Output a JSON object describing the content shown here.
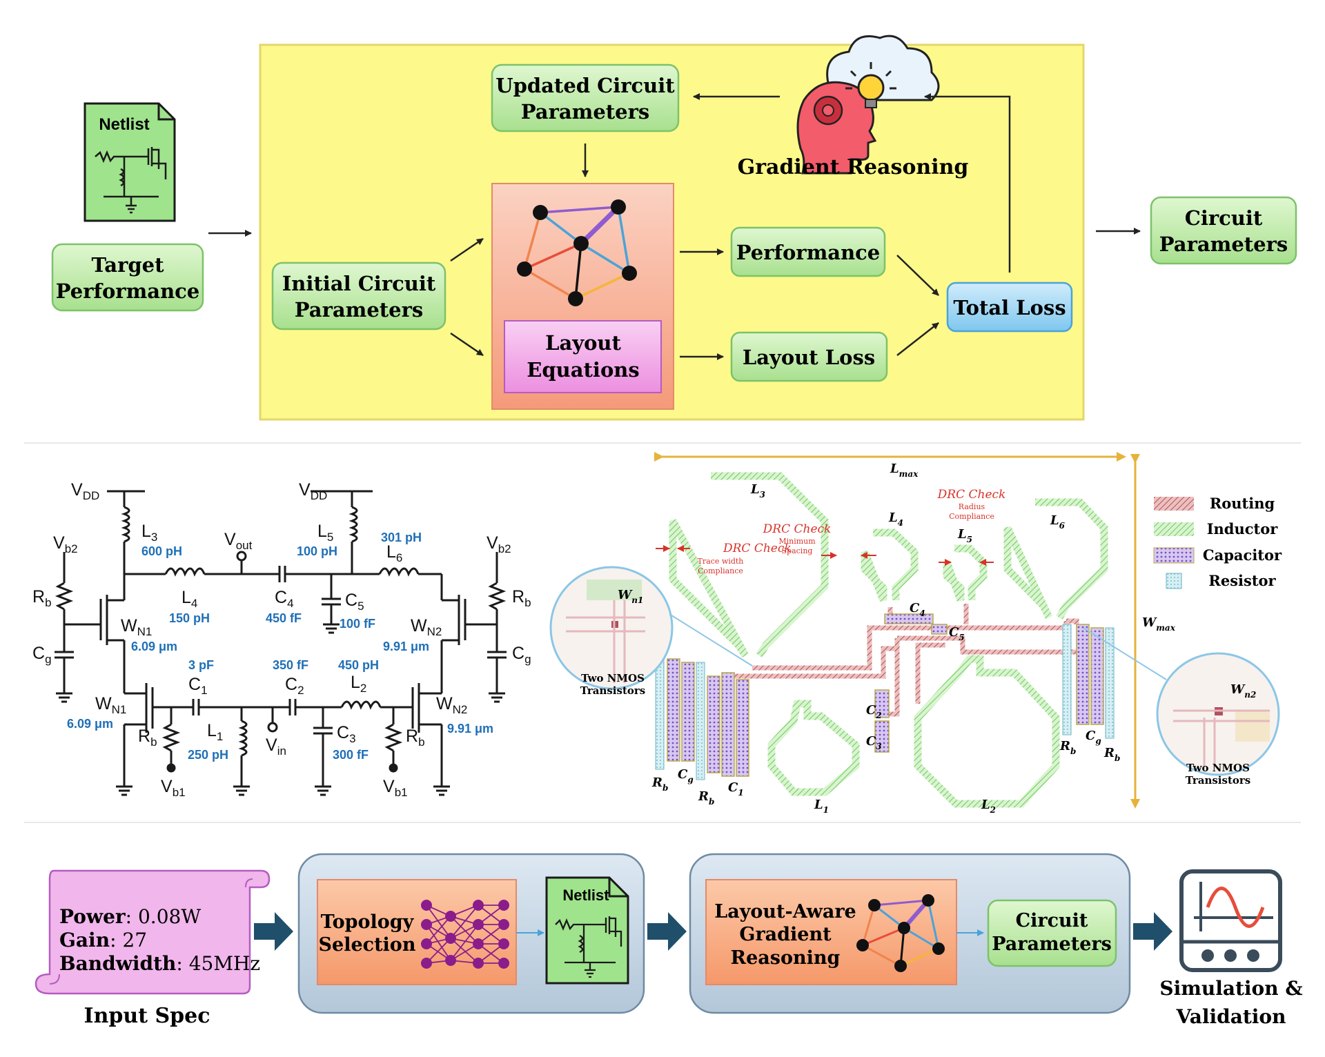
{
  "colors": {
    "yellow_panel": "#fdf98a",
    "yellow_border": "#e3d66a",
    "green_box": "#c9f0b5",
    "green_border": "#7dc26a",
    "salmon_box": "#f9b49a",
    "pink_box": "#f3a8ea",
    "blue_box": "#a8dcf7",
    "blue_label": "#1f6fb7",
    "red_drc": "#d8322a",
    "inductor": "#7fd56e",
    "routing": "#c0686a",
    "capacitor": "#9b7fd0",
    "resistor": "#8fd0dc",
    "gray_panel": "#c9d8e6",
    "arrow_dark": "#1f4f6a",
    "purple_node": "#8b1c8b"
  },
  "top": {
    "netlist_label": "Netlist",
    "target_performance": [
      "Target",
      "Performance"
    ],
    "updated_params": [
      "Updated Circuit",
      "Parameters"
    ],
    "gradient_reasoning": "Gradient Reasoning",
    "layout_equations": [
      "Layout",
      "Equations"
    ],
    "initial_params": [
      "Initial Circuit",
      "Parameters"
    ],
    "performance": "Performance",
    "layout_loss": "Layout Loss",
    "total_loss": "Total Loss",
    "circuit_params_out": [
      "Circuit",
      "Parameters"
    ]
  },
  "schematic": {
    "vdd": "V",
    "vdd_sub": "DD",
    "vb2": "V",
    "vb2_sub": "b2",
    "vb1": "V",
    "vb1_sub": "b1",
    "vout": "V",
    "vout_sub": "out",
    "vin": "V",
    "vin_sub": "in",
    "rb": "R",
    "rb_sub": "b",
    "cg": "C",
    "cg_sub": "g",
    "wn1": "W",
    "wn1_sub": "N1",
    "wn2": "W",
    "wn2_sub": "N2",
    "L": "L",
    "C": "C",
    "values": {
      "L3": "600 pH",
      "L4": "150 pH",
      "L5": "100 pH",
      "L6": "301 pH",
      "C4": "450 fF",
      "C5": "100 fF",
      "WN1": "6.09 μm",
      "WN2": "9.91 μm",
      "C1": "3 pF",
      "C2": "350 fF",
      "L2": "450 pH",
      "L1": "250 pH",
      "C3": "300 fF"
    }
  },
  "layout": {
    "lmax": "L",
    "lmax_sub": "max",
    "wmax": "W",
    "wmax_sub": "max",
    "drc1": "DRC Check",
    "drc1_sub": [
      "Trace width",
      "Compliance"
    ],
    "drc2": "DRC Check",
    "drc2_sub": [
      "Minimum",
      "Spacing"
    ],
    "drc3": "DRC Check",
    "drc3_sub": [
      "Radius",
      "Compliance"
    ],
    "two_nmos": [
      "Two NMOS",
      "Transistors"
    ],
    "wn1": "W",
    "wn1_sub": "n1",
    "wn2": "W",
    "wn2_sub": "n2",
    "legend": [
      "Routing",
      "Inductor",
      "Capacitor",
      "Resistor"
    ]
  },
  "bottom": {
    "input_spec_lines": [
      {
        "key": "Power",
        "val": ": 0.08W"
      },
      {
        "key": "Gain",
        "val": ": 27"
      },
      {
        "key": "Bandwidth",
        "val": ": 45MHz"
      }
    ],
    "input_spec_label": "Input Spec",
    "topology_selection": [
      "Topology",
      "Selection"
    ],
    "netlist_label": "Netlist",
    "layout_aware": [
      "Layout-Aware",
      "Gradient",
      "Reasoning"
    ],
    "circuit_params": [
      "Circuit",
      "Parameters"
    ],
    "simulation": [
      "Simulation &",
      "Validation"
    ]
  }
}
